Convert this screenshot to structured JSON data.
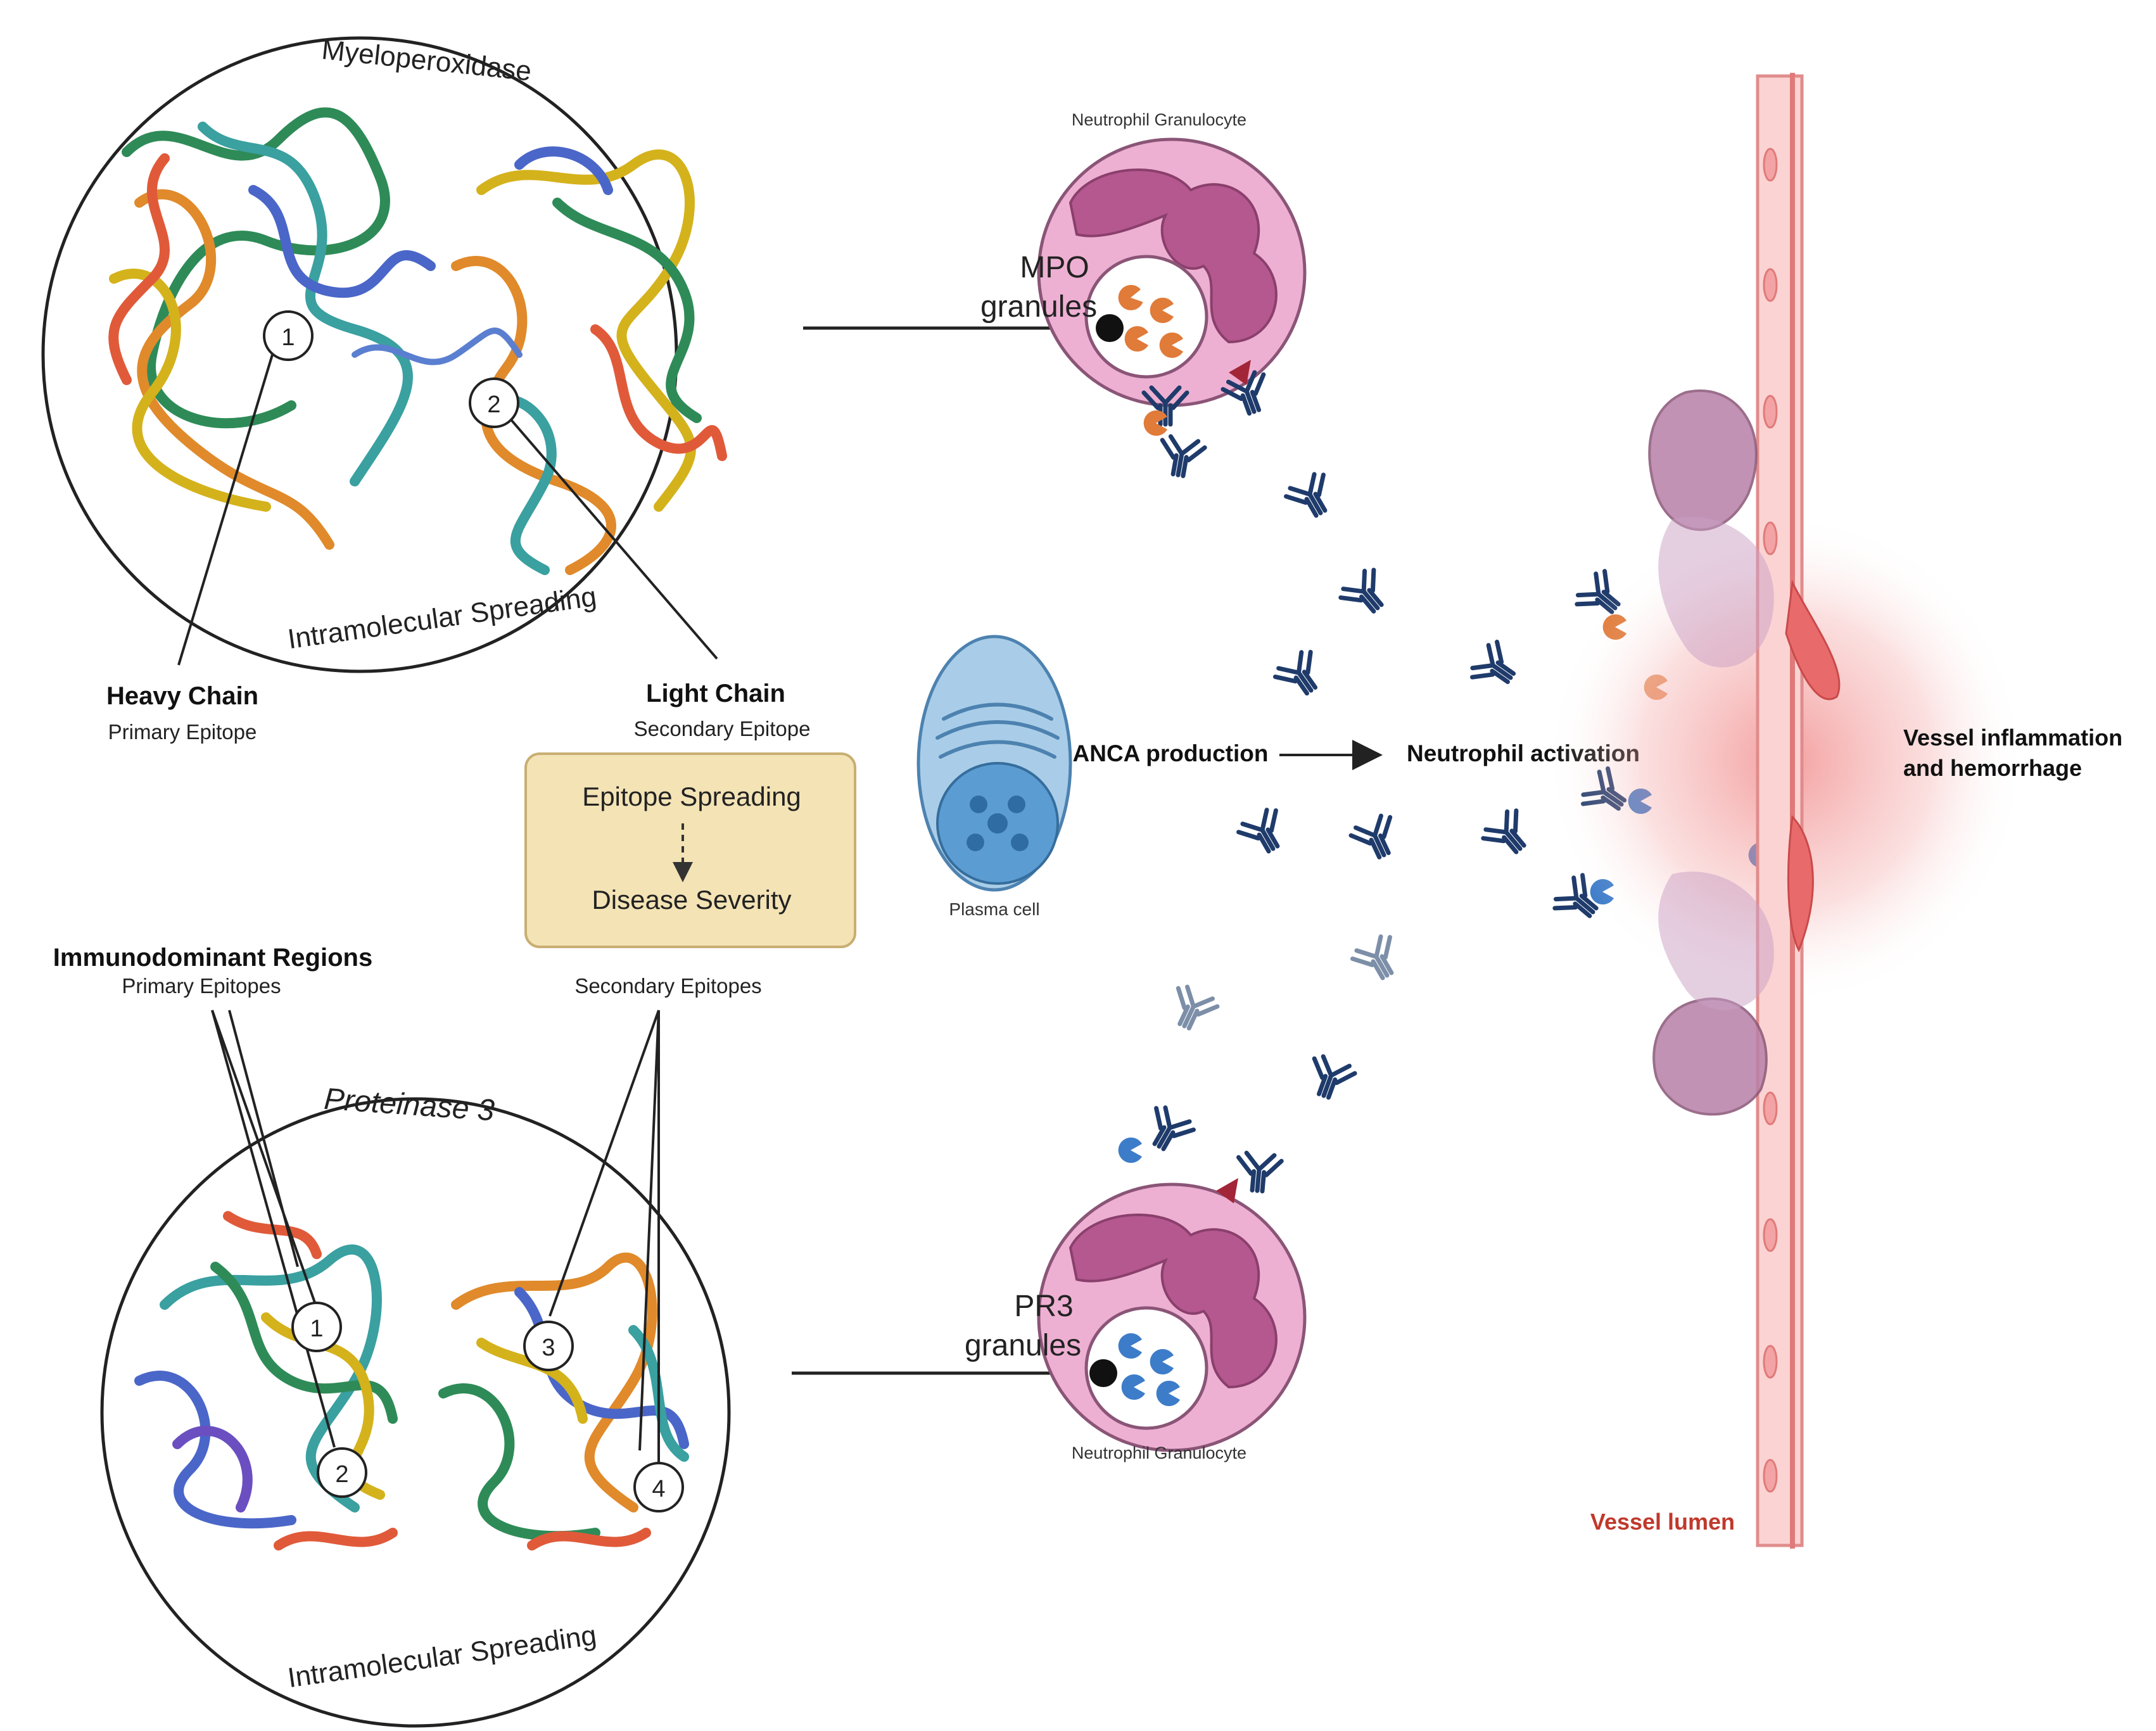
{
  "mpo": {
    "title": "Myeloperoxidase",
    "spreading": "Intramolecular Spreading",
    "site1": "1",
    "site2": "2",
    "heavy_chain": "Heavy Chain",
    "primary_epitope": "Primary Epitope",
    "light_chain": "Light Chain",
    "secondary_epitope": "Secondary Epitope"
  },
  "epitope_box": {
    "top": "Epitope Spreading",
    "bottom": "Disease Severity"
  },
  "pr3": {
    "title": "Proteinase 3",
    "spreading": "Intramolecular Spreading",
    "immunodominant": "Immunodominant Regions",
    "primary_epitopes": "Primary Epitopes",
    "secondary_epitopes": "Secondary Epitopes",
    "site1": "1",
    "site2": "2",
    "site3": "3",
    "site4": "4"
  },
  "neutrophil_top": {
    "label": "Neutrophil Granulocyte",
    "granules_line1": "MPO",
    "granules_line2": "granules"
  },
  "neutrophil_bottom": {
    "label": "Neutrophil Granulocyte",
    "granules_line1": "PR3",
    "granules_line2": "granules"
  },
  "plasma_cell": "Plasma cell",
  "flow": {
    "anca_production": "ANCA production",
    "neutrophil_activation": "Neutrophil activation"
  },
  "vessel": {
    "inflammation_line1": "Vessel inflammation",
    "inflammation_line2": "and hemorrhage",
    "lumen": "Vessel lumen"
  },
  "colors": {
    "antibody": "#1f3b6b",
    "antibody_light": "#7d8fa8",
    "mpo_granule": "#e07b39",
    "pr3_granule": "#3d7cc9",
    "neutrophil": "#eeb0d2",
    "nucleus": "#b5588f",
    "vessel": "#f2a6a6",
    "lumen_text": "#c0392b",
    "box_fill": "#f3e3b5",
    "box_stroke": "#c9ae72"
  }
}
